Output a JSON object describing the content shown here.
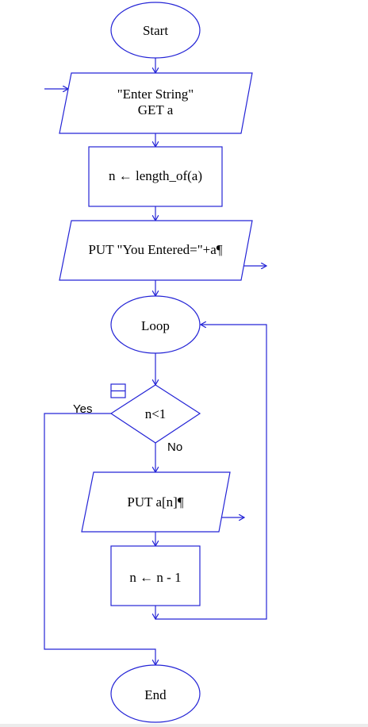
{
  "colors": {
    "stroke": "#2424d6",
    "text": "#000000",
    "background": "#ffffff"
  },
  "nodes": {
    "start": "Start",
    "input_line1": "\"Enter String\"",
    "input_line2": "GET a",
    "assign_length": "n ← length_of(a)",
    "output_entered": "PUT \"You Entered=\"+a¶",
    "loop": "Loop",
    "condition": "n<1",
    "output_char": "PUT a[n]¶",
    "decrement": "n ← n - 1",
    "end": "End"
  },
  "branches": {
    "yes": "Yes",
    "no": "No"
  },
  "icons": {
    "collapse": "collapse-box-icon",
    "input_arrow": "input-arrow-icon",
    "output_arrow": "output-arrow-icon"
  }
}
